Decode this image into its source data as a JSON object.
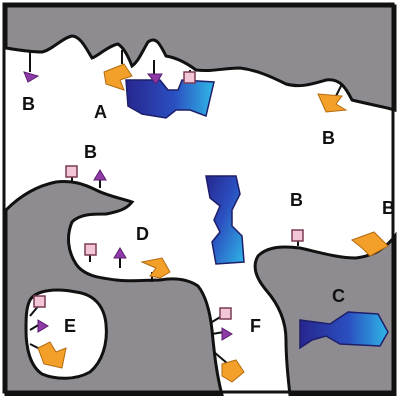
{
  "labels": {
    "b_top_left": "B",
    "a": "A",
    "b_top_right": "B",
    "b_mid_left": "B",
    "b_mid_right": "B",
    "b_far_right": "B",
    "d": "D",
    "c": "C",
    "e": "E",
    "f": "F"
  },
  "colors": {
    "tissue_gray": "#8e8c91",
    "outline": "#111111",
    "background": "#ffffff",
    "purple_marker": "#8f3aa6",
    "pink_marker": "#f2c6d6",
    "orange_marker": "#f3a02a",
    "navy_shape": "#27268e",
    "cyan_shape": "#2aa9e0"
  }
}
